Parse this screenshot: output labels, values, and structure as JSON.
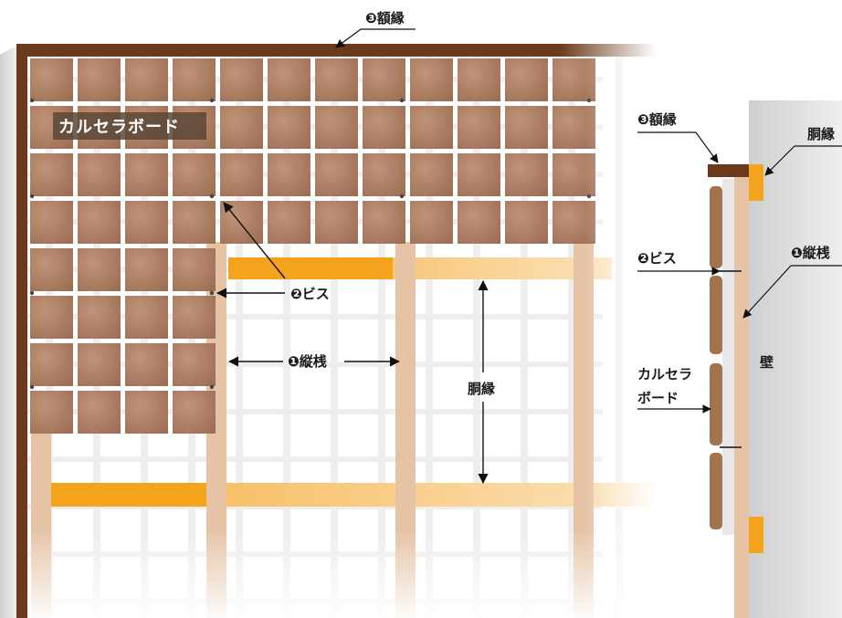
{
  "labels": {
    "frame_main": "❸額縁",
    "board_main": "カルセラボード",
    "screw_main": "❷ビス",
    "stud_main": "❶縦桟",
    "rail_main": "胴縁",
    "frame_side": "❸額縁",
    "rail_side": "胴縁",
    "screw_side": "❷ビス",
    "stud_side": "❶縦桟",
    "board_side_line1": "カルセラ",
    "board_side_line2": "ボード",
    "wall_side": "壁"
  },
  "colors": {
    "tile": "#a37558",
    "tile_light": "#b98c6e",
    "grout": "#d7d7d7",
    "stud": "#e6c3a5",
    "rail": "#f4a31c",
    "frame": "#6b3a1c",
    "wall": "#dcdcdc",
    "screw": "#444444"
  },
  "icons": [
    "arrow-icon",
    "screw-icon"
  ]
}
